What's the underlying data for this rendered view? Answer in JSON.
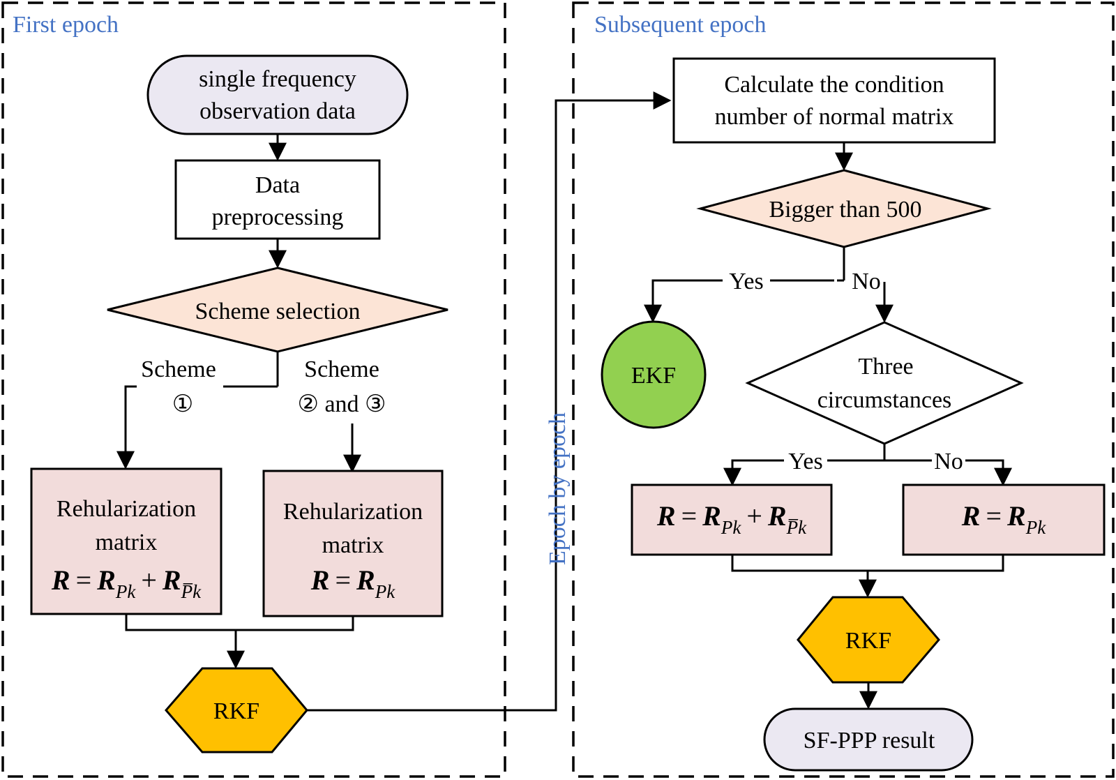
{
  "colors": {
    "terminal_fill": "#ebe8f2",
    "decision_fill": "#fce4d6",
    "process_fill": "#f2dcdb",
    "rkf_fill": "#ffc000",
    "ekf_fill": "#92d050",
    "panel_title": "#4472c4",
    "stroke": "#000000"
  },
  "panels": {
    "first": {
      "title": "First epoch"
    },
    "subsequent": {
      "title": "Subsequent epoch"
    }
  },
  "connector_label": "Epoch by epoch",
  "first_epoch": {
    "input": {
      "line1": "single frequency",
      "line2": "observation data"
    },
    "preprocess": {
      "line1": "Data",
      "line2": "preprocessing"
    },
    "scheme_decision": {
      "label": "Scheme selection"
    },
    "branch_left": {
      "line1": "Scheme",
      "line2": "①"
    },
    "branch_right": {
      "line1": "Scheme",
      "line2": "② and ③"
    },
    "reg_left": {
      "line1": "Rehularization",
      "line2": "matrix",
      "formula": {
        "lhs": "R",
        "eq": "=",
        "t1": "R",
        "t1_sub": "Pk",
        "plus": "+",
        "t2": "R",
        "t2_sub": "P̅k"
      }
    },
    "reg_right": {
      "line1": "Rehularization",
      "line2": "matrix",
      "formula": {
        "lhs": "R",
        "eq": "=",
        "t1": "R",
        "t1_sub": "Pk"
      }
    },
    "rkf": {
      "label": "RKF"
    }
  },
  "subsequent_epoch": {
    "condition": {
      "line1": "Calculate the condition",
      "line2": "number of normal matrix"
    },
    "threshold_decision": {
      "label": "Bigger than 500"
    },
    "yes_label": "Yes",
    "no_label": "No",
    "ekf": {
      "label": "EKF"
    },
    "circumstances_decision": {
      "line1": "Three",
      "line2": "circumstances"
    },
    "yes2_label": "Yes",
    "no2_label": "No",
    "reg_yes": {
      "formula": {
        "lhs": "R",
        "eq": "=",
        "t1": "R",
        "t1_sub": "Pk",
        "plus": "+",
        "t2": "R",
        "t2_sub": "P̅k"
      }
    },
    "reg_no": {
      "formula": {
        "lhs": "R",
        "eq": "=",
        "t1": "R",
        "t1_sub": "Pk"
      }
    },
    "rkf": {
      "label": "RKF"
    },
    "result": {
      "label": "SF-PPP result"
    }
  }
}
